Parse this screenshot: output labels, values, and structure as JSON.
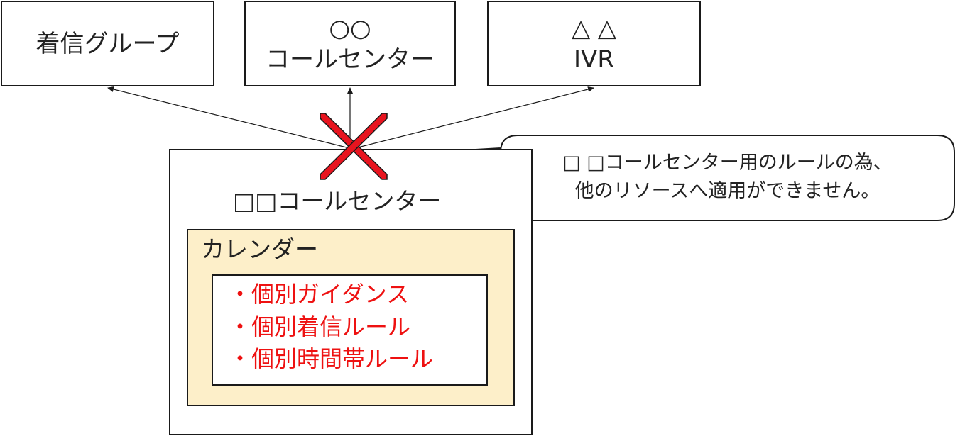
{
  "targets": [
    {
      "lines": [
        "着信グループ"
      ]
    },
    {
      "lines": [
        "○○",
        "コールセンター"
      ]
    },
    {
      "lines": [
        "△ △",
        "IVR"
      ]
    }
  ],
  "resource": {
    "title": "□□コールセンター",
    "calendar": {
      "label": "カレンダー",
      "rules": [
        "・個別ガイダンス",
        "・個別着信ルール",
        "・個別時間帯ルール"
      ]
    }
  },
  "callout": {
    "lines": [
      "□ □コールセンター用のルールの為、",
      "他のリソースへ適用ができません。"
    ]
  },
  "colors": {
    "cross": "#e8141f",
    "rule_text": "#ee1111",
    "calendar_fill": "#fdefc9",
    "border": "#1a1a1a"
  }
}
